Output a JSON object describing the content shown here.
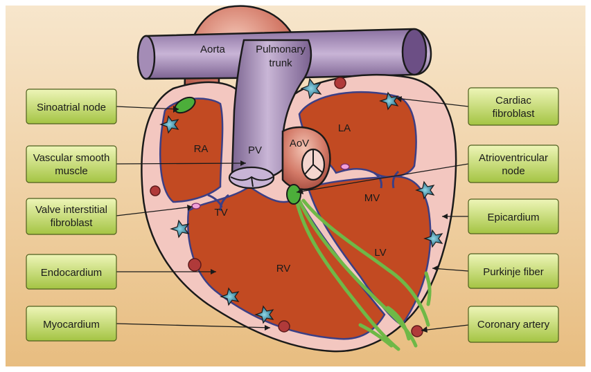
{
  "labels": {
    "aorta": "Aorta",
    "pulmonary_trunk": [
      "Pulmonary",
      "trunk"
    ],
    "ra": "RA",
    "pv": "PV",
    "aov": "AoV",
    "la": "LA",
    "tv": "TV",
    "mv": "MV",
    "rv": "RV",
    "lv": "LV"
  },
  "callouts_left": [
    {
      "id": "sinoatrial",
      "lines": [
        "Sinoatrial node"
      ]
    },
    {
      "id": "vsm",
      "lines": [
        "Vascular smooth",
        "muscle"
      ]
    },
    {
      "id": "vif",
      "lines": [
        "Valve interstitial",
        "fibroblast"
      ]
    },
    {
      "id": "endocardium",
      "lines": [
        "Endocardium"
      ]
    },
    {
      "id": "myocardium",
      "lines": [
        "Myocardium"
      ]
    }
  ],
  "callouts_right": [
    {
      "id": "cardiac_fib",
      "lines": [
        "Cardiac",
        "fibroblast"
      ]
    },
    {
      "id": "av_node",
      "lines": [
        "Atrioventricular",
        "node"
      ]
    },
    {
      "id": "epicardium",
      "lines": [
        "Epicardium"
      ]
    },
    {
      "id": "purkinje",
      "lines": [
        "Purkinje fiber"
      ]
    },
    {
      "id": "coronary",
      "lines": [
        "Coronary artery"
      ]
    }
  ],
  "colors": {
    "bg_top": "#f6e3c6",
    "bg_bottom": "#e9bf85",
    "box_top": "#e6f0a8",
    "box_bottom": "#a9c948",
    "epicardium": "#f2c6c0",
    "myocardium": "#c24a22",
    "endocardium": "#3b3f86",
    "vessel_purple": "#9a80ad",
    "aorta_red": "#c76a5c",
    "purkinje": "#6fb847",
    "node_green": "#4cae3a"
  }
}
